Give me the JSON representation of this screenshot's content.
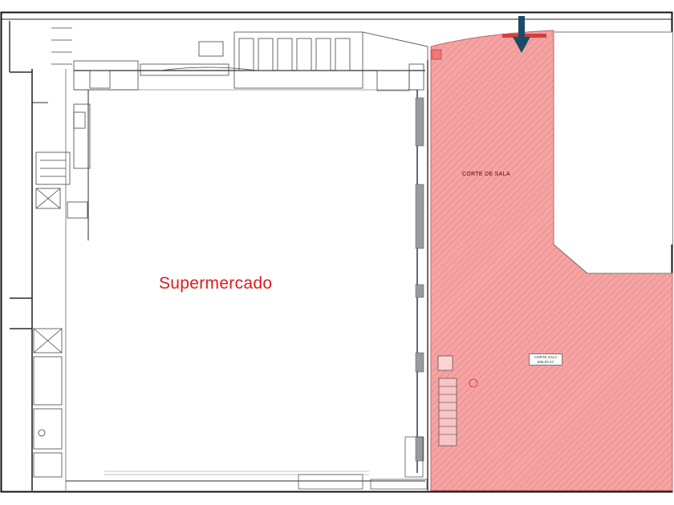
{
  "plan": {
    "main_label": "Supermercado",
    "corte_label": "CORTE DE SALA",
    "area_box": {
      "line1": "CORTE SALA",
      "line2": "665,00 m²"
    },
    "colors": {
      "supermarket_text": "#e31a1a",
      "corte_fill": "#f4a0a0",
      "corte_hatch": "#e47c7c",
      "arrow": "#1c4b66",
      "wall": "#2b2b2b"
    },
    "icons": {
      "entry_arrow": "arrow-down-icon"
    }
  }
}
